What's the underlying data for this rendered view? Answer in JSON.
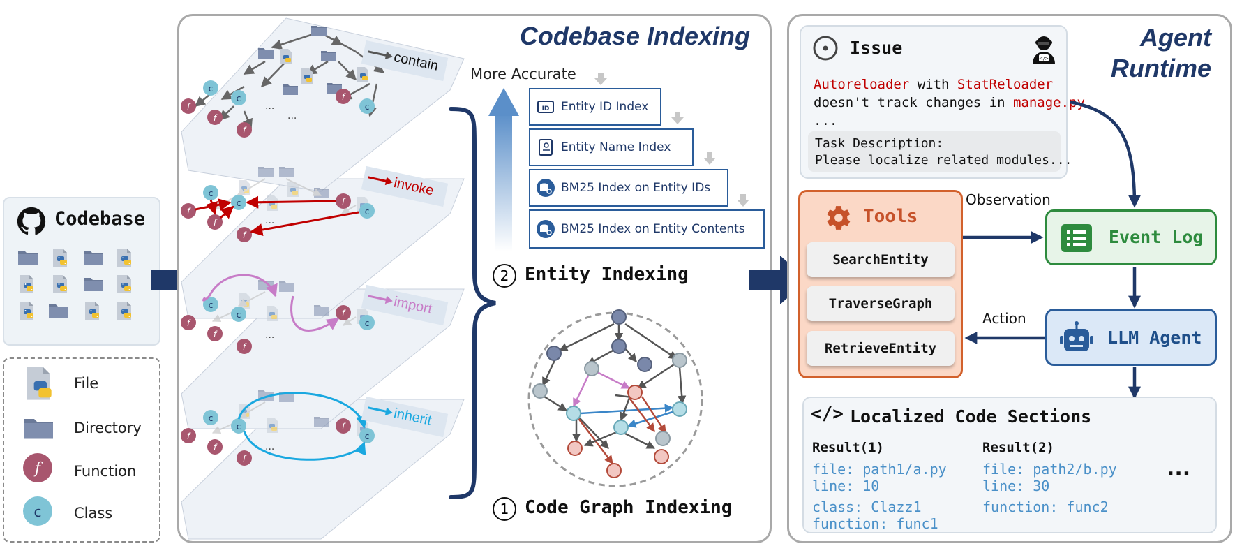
{
  "codebase": {
    "title": "Codebase"
  },
  "legend": {
    "file": "File",
    "directory": "Directory",
    "function": "Function",
    "class": "Class"
  },
  "indexing": {
    "title": "Codebase Indexing",
    "layers": [
      {
        "label": "contain",
        "color": "#555555"
      },
      {
        "label": "invoke",
        "color": "#c00000"
      },
      {
        "label": "import",
        "color": "#c77cc7"
      },
      {
        "label": "inherit",
        "color": "#1aa8e0"
      }
    ],
    "node_glyphs": {
      "function": "f",
      "class": "c",
      "ellipsis": "..."
    },
    "more_accurate": "More Accurate",
    "entity_indices": [
      "Entity ID Index",
      "Entity Name Index",
      "BM25 Index on Entity IDs",
      "BM25 Index on Entity Contents"
    ],
    "step2_num": "2",
    "step2_label": "Entity Indexing",
    "step1_num": "1",
    "step1_label": "Code Graph Indexing"
  },
  "runtime": {
    "title_line1": "Agent",
    "title_line2": "Runtime",
    "issue": {
      "heading": "Issue",
      "text_parts": [
        {
          "t": "Autoreloader",
          "hl": true
        },
        {
          "t": " with ",
          "hl": false
        },
        {
          "t": "StatReloader",
          "hl": true
        }
      ],
      "text_line2_a": "doesn't track changes in ",
      "text_line2_b": "manage.py",
      "text_line2_c": ".",
      "ellipsis": "...",
      "task_line1": "Task Description:",
      "task_line2": "Please localize related modules..."
    },
    "tools": {
      "heading": "Tools",
      "items": [
        "SearchEntity",
        "TraverseGraph",
        "RetrieveEntity"
      ]
    },
    "observation": "Observation",
    "action": "Action",
    "event_log": "Event Log",
    "llm_agent": "LLM Agent",
    "localized": {
      "heading": "Localized Code Sections",
      "code_icon": "</>",
      "result1": {
        "title": "Result(1)",
        "lines": [
          "file: path1/a.py",
          "line: 10",
          "class: Clazz1",
          "function: func1"
        ]
      },
      "result2": {
        "title": "Result(2)",
        "lines": [
          "file: path2/b.py",
          "line: 30",
          "function: func2"
        ]
      },
      "more": "..."
    }
  },
  "colors": {
    "navy": "#1f3868",
    "accent_red": "#c00000",
    "tools_border": "#d2612c",
    "event_green": "#2e8b3e",
    "agent_blue": "#2a5c9a"
  }
}
